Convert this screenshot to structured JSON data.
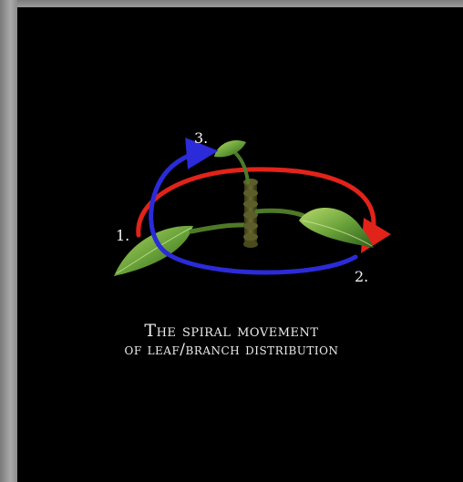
{
  "diagram": {
    "labels": [
      "1.",
      "2.",
      "3."
    ],
    "caption_line1": "The spiral movement",
    "caption_line2": "of leaf/branch distribution",
    "colors": {
      "panel_background": "#000000",
      "frame": "#8a8a8a",
      "red_arrow": "#e2231a",
      "blue_arrow": "#2b2bd9",
      "leaf": "#6aa33a",
      "stem": "#4a4a1e",
      "text": "#ececec"
    }
  }
}
